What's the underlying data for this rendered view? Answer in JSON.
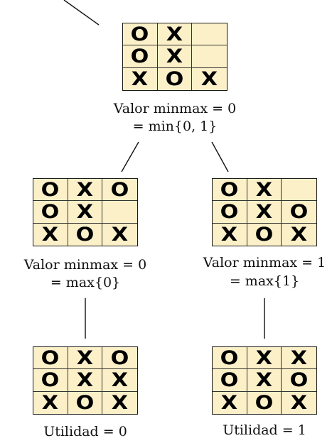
{
  "tree": {
    "root": {
      "board": [
        "O",
        "X",
        "",
        "O",
        "X",
        "",
        "X",
        "O",
        "X"
      ],
      "label_line1": "Valor minmax = 0",
      "label_line2": "= min{0, 1}"
    },
    "left_child": {
      "board": [
        "O",
        "X",
        "O",
        "O",
        "X",
        "",
        "X",
        "O",
        "X"
      ],
      "label_line1": "Valor minmax = 0",
      "label_line2": "= max{0}"
    },
    "right_child": {
      "board": [
        "O",
        "X",
        "",
        "O",
        "X",
        "O",
        "X",
        "O",
        "X"
      ],
      "label_line1": "Valor minmax = 1",
      "label_line2": "= max{1}"
    },
    "left_leaf": {
      "board": [
        "O",
        "X",
        "O",
        "O",
        "X",
        "X",
        "X",
        "O",
        "X"
      ],
      "label_line1": "Utilidad = 0"
    },
    "right_leaf": {
      "board": [
        "O",
        "X",
        "X",
        "O",
        "X",
        "O",
        "X",
        "O",
        "X"
      ],
      "label_line1": "Utilidad = 1"
    }
  },
  "colors": {
    "board_fill": "#fbf0c8",
    "grid_line": "#333333"
  }
}
